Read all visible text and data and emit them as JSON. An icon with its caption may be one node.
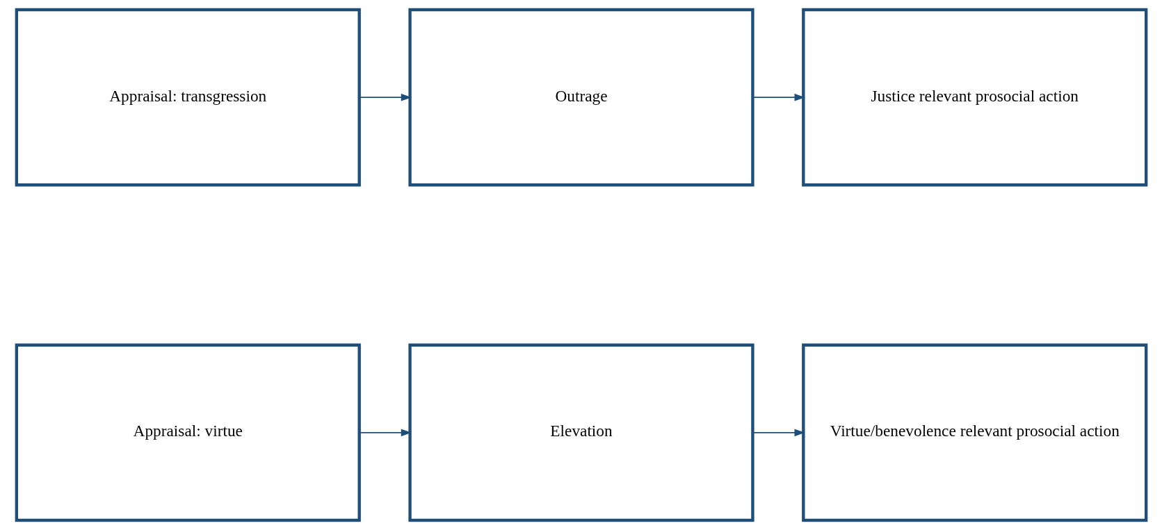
{
  "diagram": {
    "nodes": [
      {
        "text": [
          "Appraisal: virtue"
        ]
      },
      {
        "text": [
          "Elevation"
        ]
      },
      {
        "text": [
          "Virtue/benevolence relevant prosocial action"
        ]
      },
      {
        "text": [
          "Appraisal: transgression"
        ]
      },
      {
        "text": [
          "Outrage"
        ]
      },
      {
        "text": [
          "Justice relevant prosocial action"
        ]
      }
    ],
    "edges": [
      {
        "from": 0,
        "to": 1,
        "arrow": "to"
      },
      {
        "from": 1,
        "to": 2,
        "arrow": "to"
      },
      {
        "from": 3,
        "to": 4,
        "arrow": "to"
      },
      {
        "from": 4,
        "to": 5,
        "arrow": "to"
      }
    ]
  }
}
